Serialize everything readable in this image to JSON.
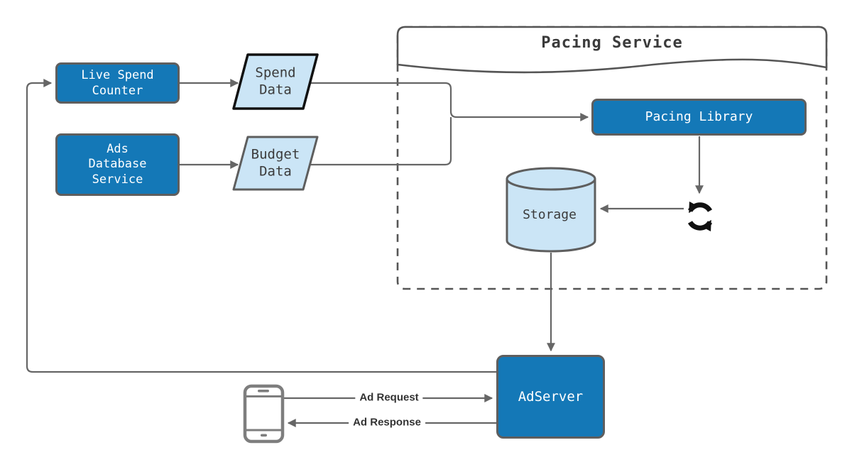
{
  "colors": {
    "node_blue": "#1478B7",
    "node_border": "#5E5E5E",
    "light_blue": "#CBE5F6",
    "line_gray": "#666666",
    "dark_text": "#3B3B3B",
    "black_ink": "#111111",
    "phone_gray": "#7E7E7E",
    "frame_gray": "#555555",
    "canvas_bg": "#FFFFFF"
  },
  "container": {
    "pacing_service_title": "Pacing Service"
  },
  "nodes": {
    "live_spend_counter": "Live Spend\nCounter",
    "ads_database_service": "Ads\nDatabase\nService",
    "spend_data": "Spend\nData",
    "budget_data": "Budget\nData",
    "pacing_library": "Pacing Library",
    "storage": "Storage",
    "adserver": "AdServer"
  },
  "edge_labels": {
    "ad_request": "Ad Request",
    "ad_response": "Ad Response"
  },
  "icons": {
    "sync": "sync-icon",
    "phone": "mobile-phone-icon"
  }
}
